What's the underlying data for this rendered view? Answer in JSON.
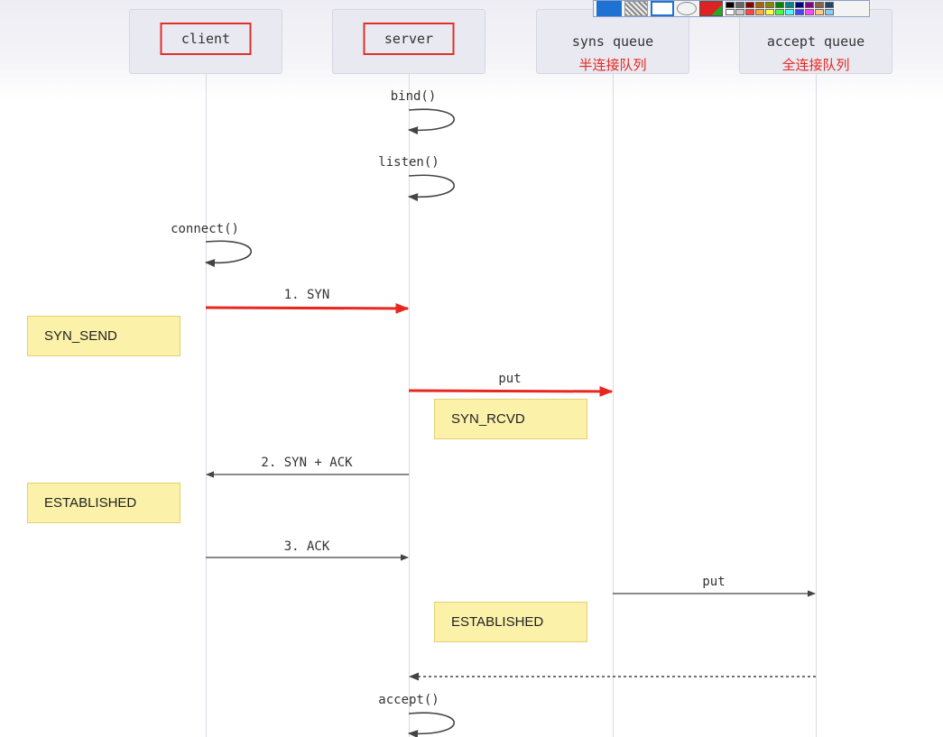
{
  "participants": [
    {
      "id": "client",
      "name": "client",
      "sub": "",
      "boxed": true
    },
    {
      "id": "server",
      "name": "server",
      "sub": "",
      "boxed": true
    },
    {
      "id": "syns",
      "name": "syns queue",
      "sub": "半连接队列",
      "boxed": false
    },
    {
      "id": "accept",
      "name": "accept queue",
      "sub": "全连接队列",
      "boxed": false
    }
  ],
  "messages": {
    "bind": "bind()",
    "listen": "listen()",
    "connect": "connect()",
    "syn": "1. SYN",
    "put1": "put",
    "synack": "2. SYN + ACK",
    "ack": "3. ACK",
    "put2": "put",
    "accept": "accept()"
  },
  "states": {
    "syn_send": "SYN_SEND",
    "syn_rcvd": "SYN_RCVD",
    "client_established": "ESTABLISHED",
    "server_established": "ESTABLISHED"
  },
  "colors": {
    "highlight_arrow": "#e8281f",
    "highlight_box": "#e0312b",
    "state_fill": "#fbf1a9",
    "arrow": "#444444"
  }
}
